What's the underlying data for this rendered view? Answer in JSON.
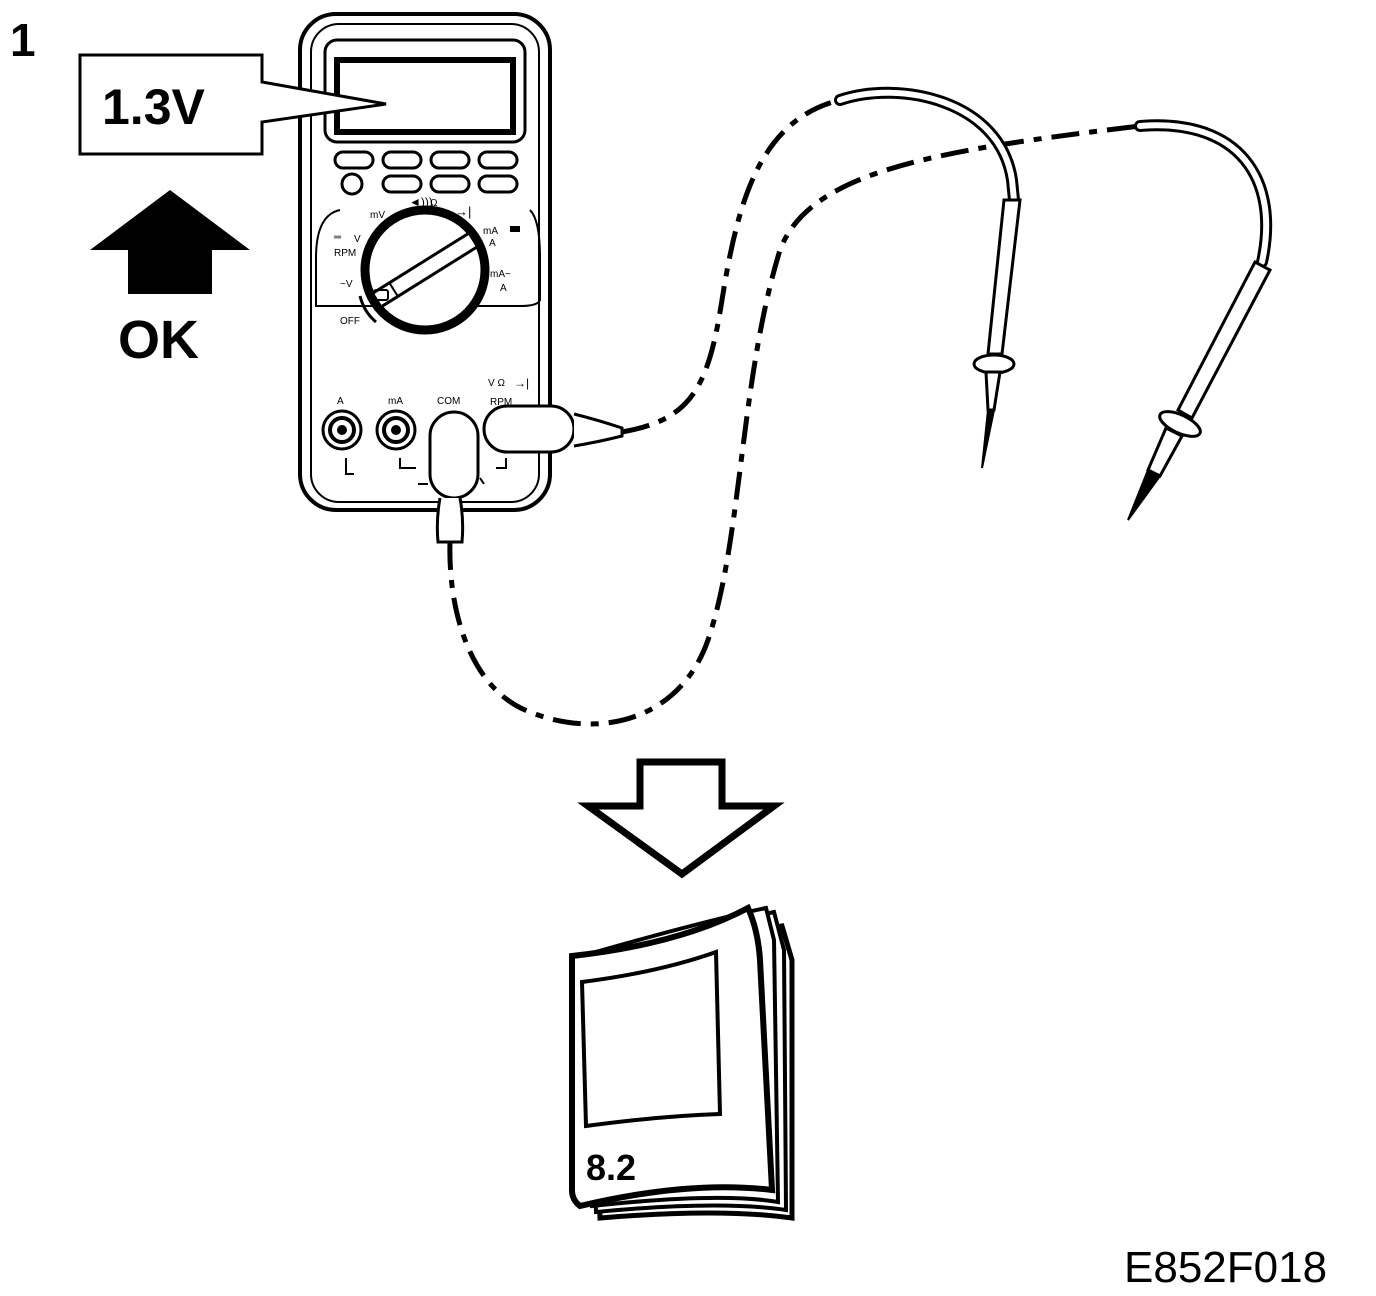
{
  "step_number": "1",
  "reading_callout": "1.3V",
  "ok_label": "OK",
  "manual_section": "8.2",
  "figure_code": "E852F018",
  "meter": {
    "dial_labels": {
      "mv": "mV",
      "ohm": "Ω",
      "dc_v": "V",
      "rpm": "RPM",
      "ac_v": "~V",
      "off": "OFF",
      "ma_a_dc_ma": "mA",
      "ma_a_dc_a": "A",
      "ma_a_ac_ma": "mA~",
      "ma_a_ac_a": "A"
    },
    "jacks": {
      "a": "A",
      "ma": "mA",
      "com": "COM",
      "v_ohm": "V  Ω",
      "rpm": "RPM"
    }
  },
  "colors": {
    "ink": "#000000",
    "paper": "#ffffff"
  }
}
